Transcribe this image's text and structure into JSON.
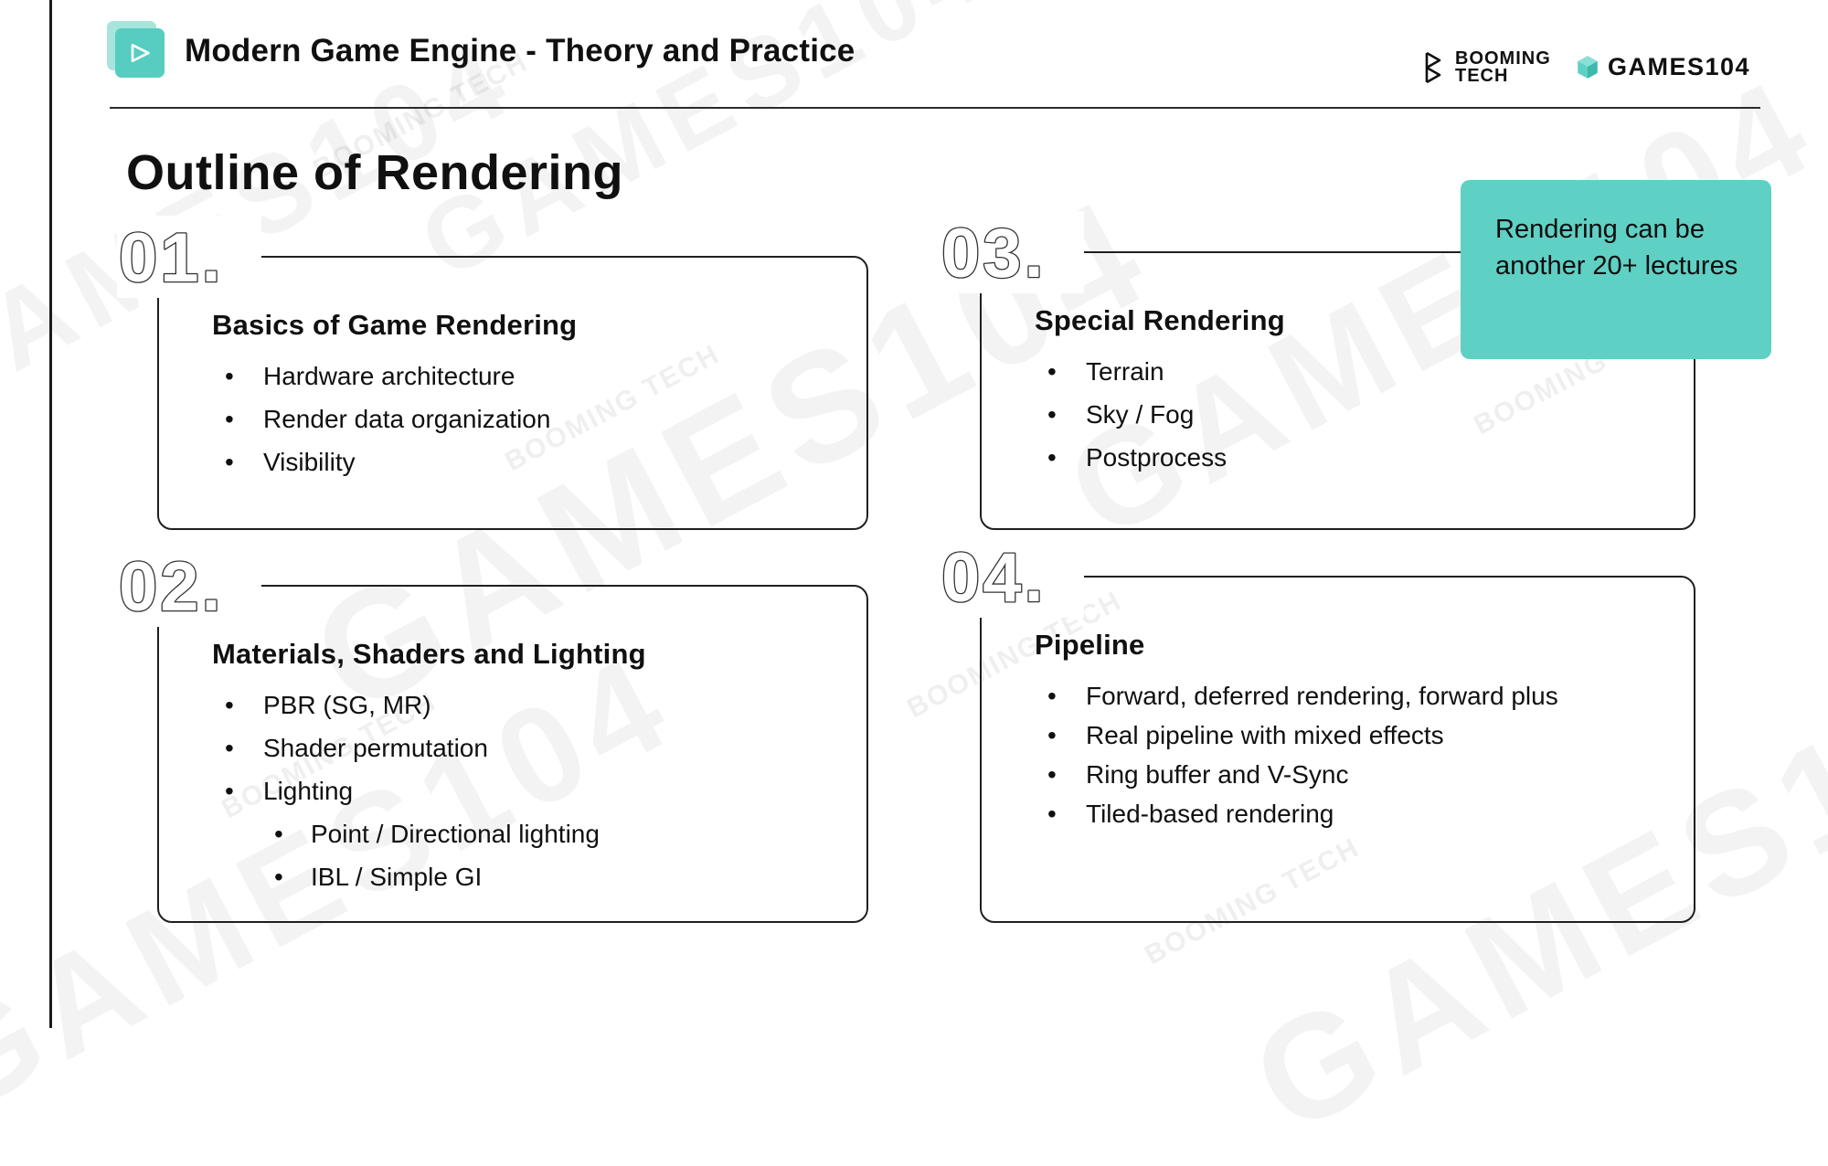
{
  "header": {
    "title": "Modern Game Engine - Theory and Practice",
    "booming_line1": "BOOMING",
    "booming_line2": "TECH",
    "games_logo": "GAMES104"
  },
  "page_title": "Outline of Rendering",
  "callout": {
    "text": "Rendering can be another 20+ lectures",
    "bg_color": "#5fd0c4"
  },
  "accent_color": "#56cdc0",
  "watermarks": {
    "course": "GAMES104",
    "brand": "BOOMING TECH"
  },
  "sections": [
    {
      "number": "01.",
      "title": "Basics of Game Rendering",
      "bullets": [
        "Hardware architecture",
        "Render data organization",
        "Visibility"
      ]
    },
    {
      "number": "02.",
      "title": "Materials, Shaders and Lighting",
      "bullets": [
        "PBR (SG, MR)",
        "Shader permutation",
        "Lighting"
      ],
      "subbullets": [
        "Point / Directional lighting",
        "IBL / Simple GI"
      ]
    },
    {
      "number": "03.",
      "title": "Special Rendering",
      "bullets": [
        "Terrain",
        "Sky / Fog",
        "Postprocess"
      ]
    },
    {
      "number": "04.",
      "title": "Pipeline",
      "bullets": [
        "Forward, deferred rendering, forward plus",
        "Real pipeline with mixed effects",
        "Ring buffer and V-Sync",
        "Tiled-based rendering"
      ]
    }
  ]
}
